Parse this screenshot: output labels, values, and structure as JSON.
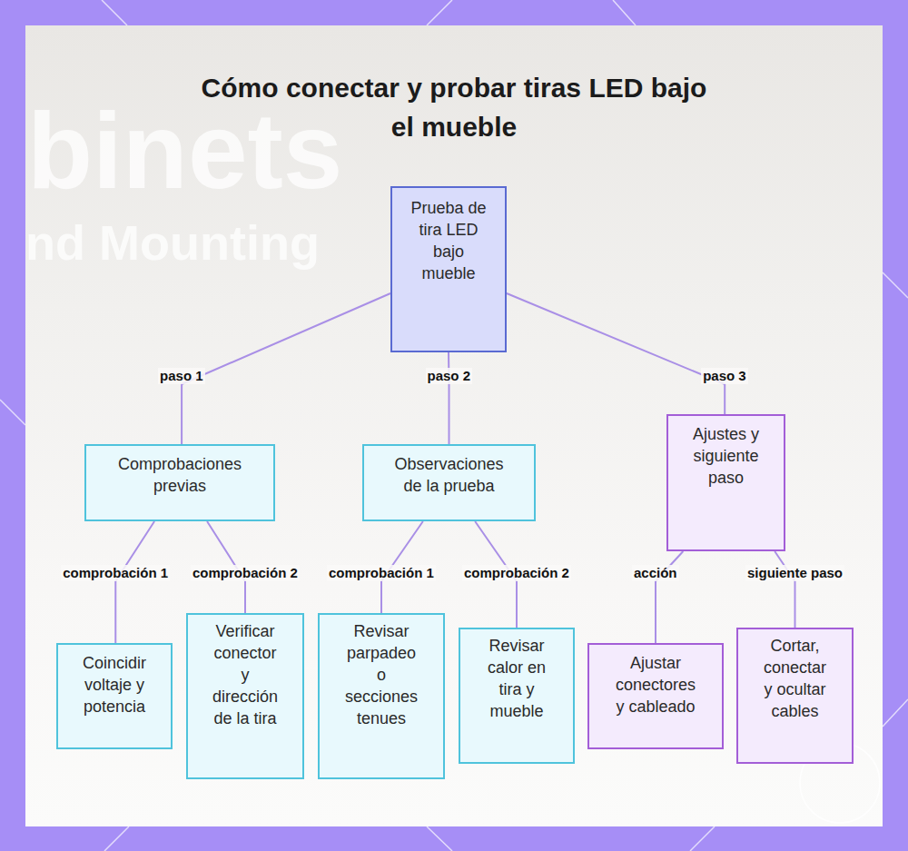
{
  "diagram": {
    "title": "Cómo conectar y probar tiras LED bajo el mueble",
    "nodes": [
      {
        "text": [
          "Prueba de tira LED bajo mueble"
        ]
      },
      {
        "text": [
          "Comprobaciones previas"
        ]
      },
      {
        "text": [
          "Observaciones de la prueba"
        ]
      },
      {
        "text": [
          "Ajustes y siguiente paso"
        ]
      },
      {
        "text": [
          "Coincidir voltaje y potencia"
        ]
      },
      {
        "text": [
          "Verificar conector y dirección de la tira"
        ]
      },
      {
        "text": [
          "Revisar parpadeo o secciones tenues"
        ]
      },
      {
        "text": [
          "Revisar calor en tira y mueble"
        ]
      },
      {
        "text": [
          "Ajustar conectores y cableado"
        ]
      },
      {
        "text": [
          "Cortar, conectar y ocultar cables"
        ]
      }
    ],
    "edges": [
      {
        "from": 0,
        "to": 1,
        "label": "paso 1",
        "arrow": "none"
      },
      {
        "from": 0,
        "to": 2,
        "label": "paso 2",
        "arrow": "none"
      },
      {
        "from": 0,
        "to": 3,
        "label": "paso 3",
        "arrow": "none"
      },
      {
        "from": 1,
        "to": 4,
        "label": "comprobación 1",
        "arrow": "none"
      },
      {
        "from": 1,
        "to": 5,
        "label": "comprobación 2",
        "arrow": "none"
      },
      {
        "from": 2,
        "to": 6,
        "label": "comprobación 1",
        "arrow": "none"
      },
      {
        "from": 2,
        "to": 7,
        "label": "comprobación 2",
        "arrow": "none"
      },
      {
        "from": 3,
        "to": 8,
        "label": "acción",
        "arrow": "none"
      },
      {
        "from": 3,
        "to": 9,
        "label": "siguiente paso",
        "arrow": "none"
      }
    ],
    "labels": [
      "binets",
      "nd Mounting"
    ]
  }
}
